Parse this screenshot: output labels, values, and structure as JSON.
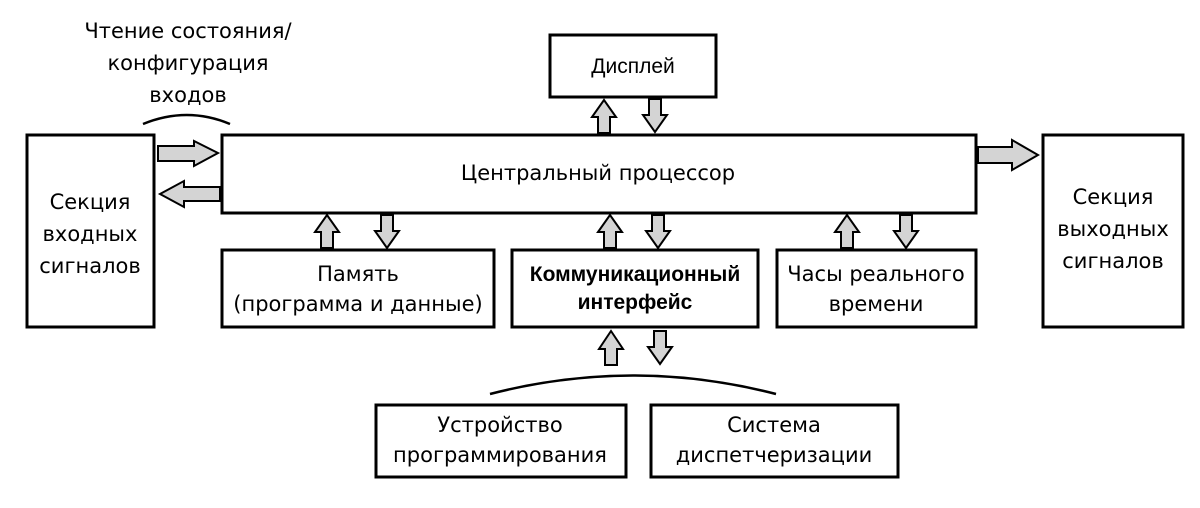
{
  "labels": {
    "input_read": [
      "Чтение состояния/",
      "конфигурация",
      "входов"
    ],
    "display": "Дисплей",
    "cpu": "Центральный процессор",
    "input_section": [
      "Секция",
      "входных",
      "сигналов"
    ],
    "output_section": [
      "Секция",
      "выходных",
      "сигналов"
    ],
    "memory": [
      "Память",
      "(программа и данные)"
    ],
    "comm": [
      "Коммуникационный",
      "интерфейс"
    ],
    "rtc": [
      "Часы реального",
      "времени"
    ],
    "prog_device": [
      "Устройство",
      "программирования"
    ],
    "dispatch": [
      "Система",
      "диспетчеризации"
    ]
  },
  "colors": {
    "arrow_fill": "#d4d4d4",
    "stroke": "#000000"
  }
}
